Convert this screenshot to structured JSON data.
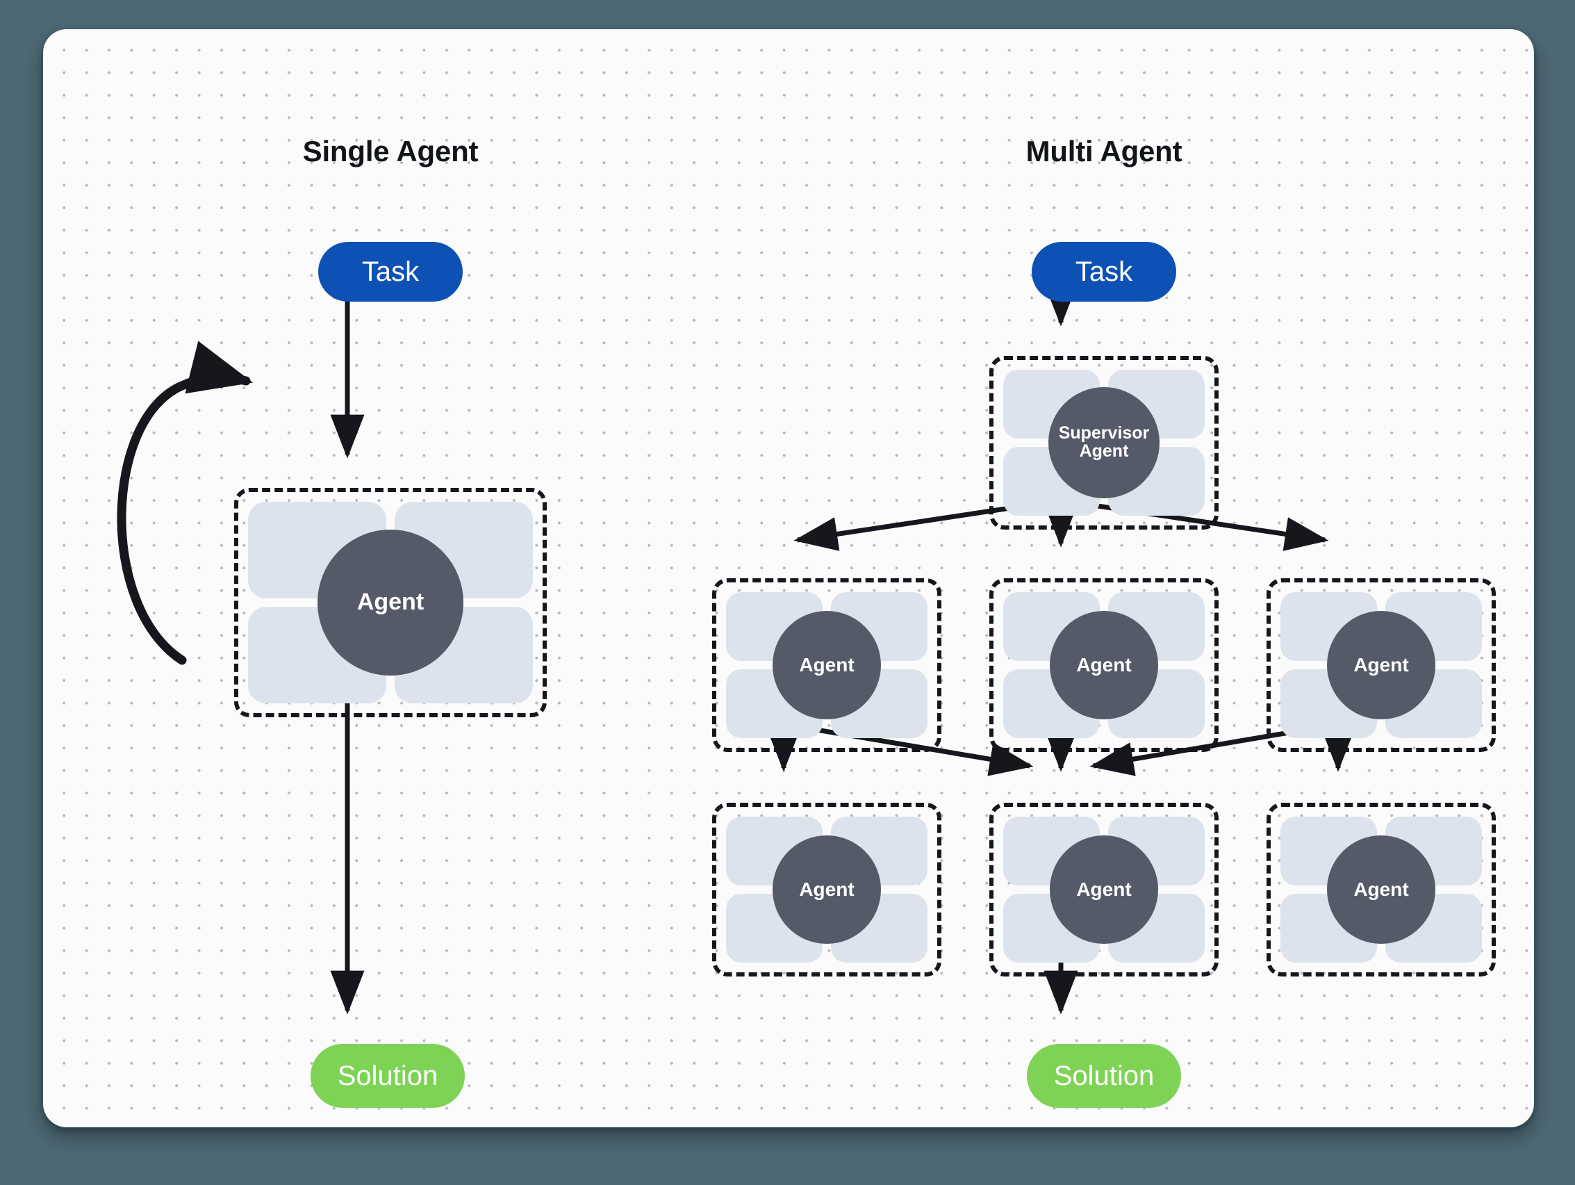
{
  "canvas": {
    "background_color": "#4d6873",
    "card_color": "#fbfbfb",
    "dot_color": "#b9b9bd"
  },
  "palette": {
    "task_blue": "#0e51b5",
    "solution_green": "#7ed356",
    "agent_circle_gray": "#555a68",
    "agent_tile_blue": "#dde3ec",
    "edge_black": "#15171c",
    "title_color": "#111418"
  },
  "columns": [
    {
      "id": "single",
      "title": "Single Agent",
      "nodes": {
        "task": "Task",
        "agent": "Agent",
        "solution": "Solution"
      },
      "has_feedback_loop": true
    },
    {
      "id": "multi",
      "title": "Multi Agent",
      "nodes": {
        "task": "Task",
        "supervisor": "Supervisor\nAgent",
        "supervisor_line1": "Supervisor",
        "supervisor_line2": "Agent",
        "agent": "Agent",
        "solution": "Solution"
      },
      "worker_rows": [
        {
          "row": 1,
          "labels": [
            "Agent",
            "Agent",
            "Agent"
          ]
        },
        {
          "row": 2,
          "labels": [
            "Agent",
            "Agent",
            "Agent"
          ]
        }
      ]
    }
  ],
  "chart_data": {
    "type": "diagram",
    "title": "Single Agent vs Multi Agent architectures",
    "panels": [
      {
        "name": "Single Agent",
        "nodes": [
          {
            "id": "task",
            "label": "Task",
            "shape": "pill",
            "color": "#0e51b5"
          },
          {
            "id": "agent",
            "label": "Agent",
            "shape": "agent-group",
            "color": "#555a68"
          },
          {
            "id": "solution",
            "label": "Solution",
            "shape": "pill",
            "color": "#7ed356"
          }
        ],
        "edges": [
          {
            "from": "task",
            "to": "agent",
            "style": "straight-arrow"
          },
          {
            "from": "agent",
            "to": "agent",
            "style": "curved-self-loop-arrow"
          },
          {
            "from": "agent",
            "to": "solution",
            "style": "straight-arrow"
          }
        ]
      },
      {
        "name": "Multi Agent",
        "nodes": [
          {
            "id": "task",
            "label": "Task",
            "shape": "pill",
            "color": "#0e51b5"
          },
          {
            "id": "supervisor",
            "label": "Supervisor Agent",
            "shape": "agent-group",
            "color": "#555a68"
          },
          {
            "id": "a11",
            "label": "Agent",
            "shape": "agent-group",
            "color": "#555a68"
          },
          {
            "id": "a12",
            "label": "Agent",
            "shape": "agent-group",
            "color": "#555a68"
          },
          {
            "id": "a13",
            "label": "Agent",
            "shape": "agent-group",
            "color": "#555a68"
          },
          {
            "id": "a21",
            "label": "Agent",
            "shape": "agent-group",
            "color": "#555a68"
          },
          {
            "id": "a22",
            "label": "Agent",
            "shape": "agent-group",
            "color": "#555a68"
          },
          {
            "id": "a23",
            "label": "Agent",
            "shape": "agent-group",
            "color": "#555a68"
          },
          {
            "id": "solution",
            "label": "Solution",
            "shape": "pill",
            "color": "#7ed356"
          }
        ],
        "edges": [
          {
            "from": "task",
            "to": "supervisor",
            "style": "straight-arrow"
          },
          {
            "from": "supervisor",
            "to": "a11",
            "style": "diagonal-arrow"
          },
          {
            "from": "supervisor",
            "to": "a12",
            "style": "straight-arrow"
          },
          {
            "from": "supervisor",
            "to": "a13",
            "style": "diagonal-arrow"
          },
          {
            "from": "a11",
            "to": "a21",
            "style": "straight-arrow"
          },
          {
            "from": "a11",
            "to": "a22",
            "style": "diagonal-arrow"
          },
          {
            "from": "a12",
            "to": "a22",
            "style": "straight-arrow"
          },
          {
            "from": "a13",
            "to": "a22",
            "style": "diagonal-arrow"
          },
          {
            "from": "a13",
            "to": "a23",
            "style": "straight-arrow"
          },
          {
            "from": "a22",
            "to": "solution",
            "style": "straight-arrow"
          }
        ]
      }
    ]
  }
}
